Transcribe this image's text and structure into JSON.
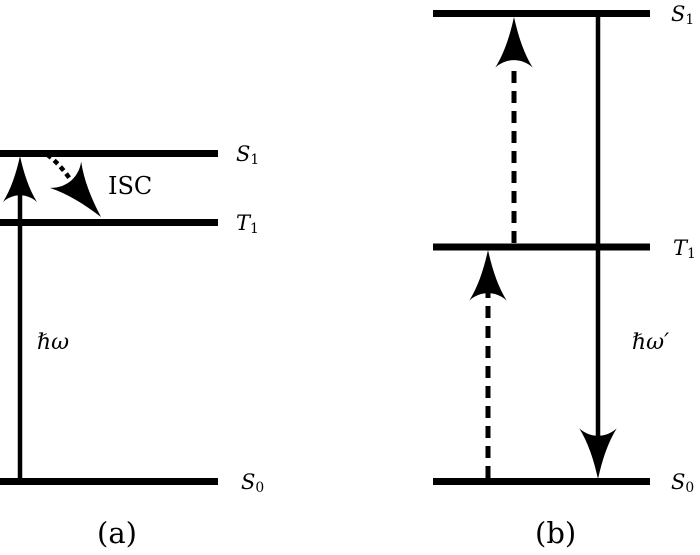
{
  "figure": {
    "background_color": "#ffffff",
    "ink_color": "#000000"
  },
  "diagram_a": {
    "caption": "(a)",
    "levels": [
      {
        "symbol": "S",
        "subscript": "1"
      },
      {
        "symbol": "T",
        "subscript": "1"
      },
      {
        "symbol": "S",
        "subscript": "0"
      }
    ],
    "labels": {
      "photon": "ℏω",
      "isc": "ISC"
    }
  },
  "diagram_b": {
    "caption": "(b)",
    "levels": [
      {
        "symbol": "S",
        "subscript": "1"
      },
      {
        "symbol": "T",
        "subscript": "1"
      },
      {
        "symbol": "S",
        "subscript": "0"
      }
    ],
    "labels": {
      "photon": "ℏω′"
    }
  }
}
